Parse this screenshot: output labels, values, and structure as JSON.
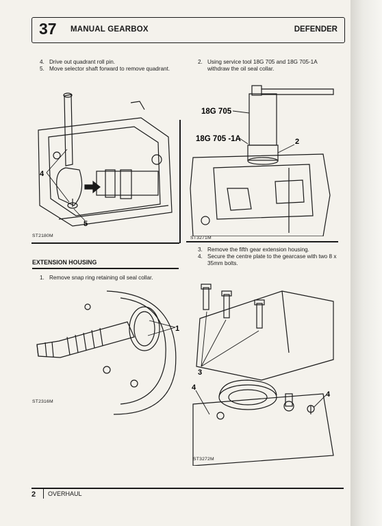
{
  "header": {
    "chapter": "37",
    "title": "MANUAL GEARBOX",
    "model": "DEFENDER"
  },
  "left_steps": [
    {
      "num": "4.",
      "text": "Drive out quadrant roll pin."
    },
    {
      "num": "5.",
      "text": "Move selector shaft forward to remove quadrant."
    }
  ],
  "right_steps": [
    {
      "num": "2.",
      "text": "Using service tool 18G 705 and 18G 705-1A withdraw the oil seal collar."
    }
  ],
  "figures": {
    "fig1": {
      "caption": "ST2180M",
      "callouts": [
        "4",
        "5"
      ]
    },
    "fig2": {
      "caption": "ST3271M",
      "callouts": [
        "18G 705",
        "18G 705 -1A",
        "2"
      ]
    },
    "fig3": {
      "caption": "ST2316M",
      "callouts": [
        "1"
      ]
    },
    "fig4": {
      "caption": "ST3272M",
      "callouts": [
        "3",
        "4",
        "4"
      ]
    }
  },
  "section": {
    "title": "EXTENSION HOUSING",
    "steps": [
      {
        "num": "1.",
        "text": "Remove snap ring retaining oil seal collar."
      }
    ]
  },
  "right_steps2": [
    {
      "num": "3.",
      "text": "Remove the fifth gear extension housing."
    },
    {
      "num": "4.",
      "text": "Secure the centre plate to the gearcase with two 8 x 35mm bolts."
    }
  ],
  "footer": {
    "page": "2",
    "label": "OVERHAUL"
  }
}
